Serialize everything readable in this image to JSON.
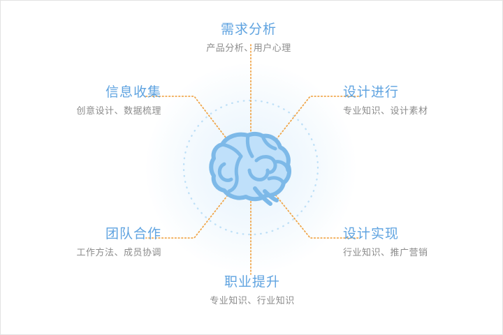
{
  "diagram": {
    "center": {
      "icon": "brain-icon",
      "icon_label": "brain"
    },
    "colors": {
      "title": "#5fa3e0",
      "subtitle": "#8b8b8b",
      "connector": "#f0a64b",
      "circle": "#bfe0f7",
      "brain_fill": "#bfe0fa",
      "brain_stroke": "#7db9e8",
      "background": "#ffffff"
    },
    "nodes": [
      {
        "id": "requirement-analysis",
        "title": "需求分析",
        "subtitle": "产品分析、用户心理",
        "position": "top"
      },
      {
        "id": "information-gathering",
        "title": "信息收集",
        "subtitle": "创意设计、数据梳理",
        "position": "top-left"
      },
      {
        "id": "design-progress",
        "title": "设计进行",
        "subtitle": "专业知识、设计素材",
        "position": "top-right"
      },
      {
        "id": "team-collaboration",
        "title": "团队合作",
        "subtitle": "工作方法、成员协调",
        "position": "bottom-left"
      },
      {
        "id": "design-implementation",
        "title": "设计实现",
        "subtitle": "行业知识、推广营销",
        "position": "bottom-right"
      },
      {
        "id": "career-advancement",
        "title": "职业提升",
        "subtitle": "专业知识、行业知识",
        "position": "bottom"
      }
    ]
  }
}
